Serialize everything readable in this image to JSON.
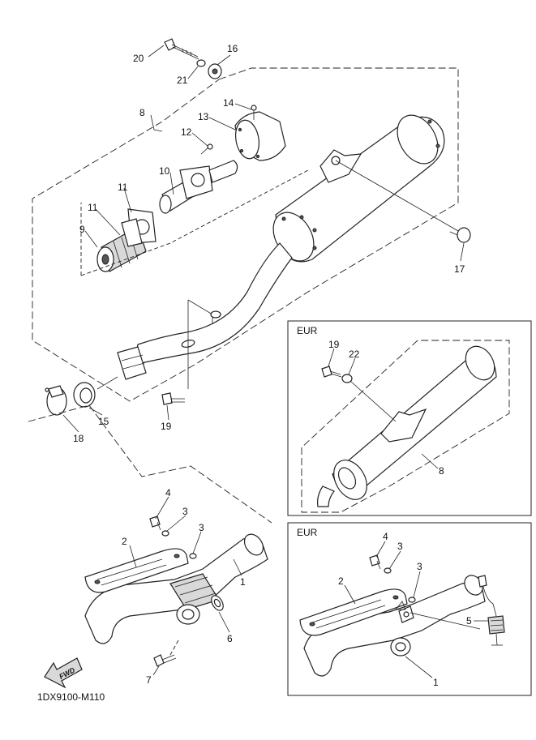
{
  "drawing_code": "1DX9100-M110",
  "fwd_label": "FWD",
  "regions": [
    {
      "label": "EUR"
    },
    {
      "label": "EUR"
    }
  ],
  "callouts": {
    "p1": "1",
    "p1b": "1",
    "p2": "2",
    "p2b": "2",
    "p3a": "3",
    "p3b": "3",
    "p3c": "3",
    "p3d": "3",
    "p4": "4",
    "p4b": "4",
    "p5": "5",
    "p6": "6",
    "p7": "7",
    "p8": "8",
    "p8b": "8",
    "p9": "9",
    "p10": "10",
    "p11a": "11",
    "p11b": "11",
    "p12": "12",
    "p13": "13",
    "p14": "14",
    "p15": "15",
    "p16": "16",
    "p17": "17",
    "p18": "18",
    "p19": "19",
    "p19b": "19",
    "p20": "20",
    "p21": "21",
    "p22": "22"
  }
}
